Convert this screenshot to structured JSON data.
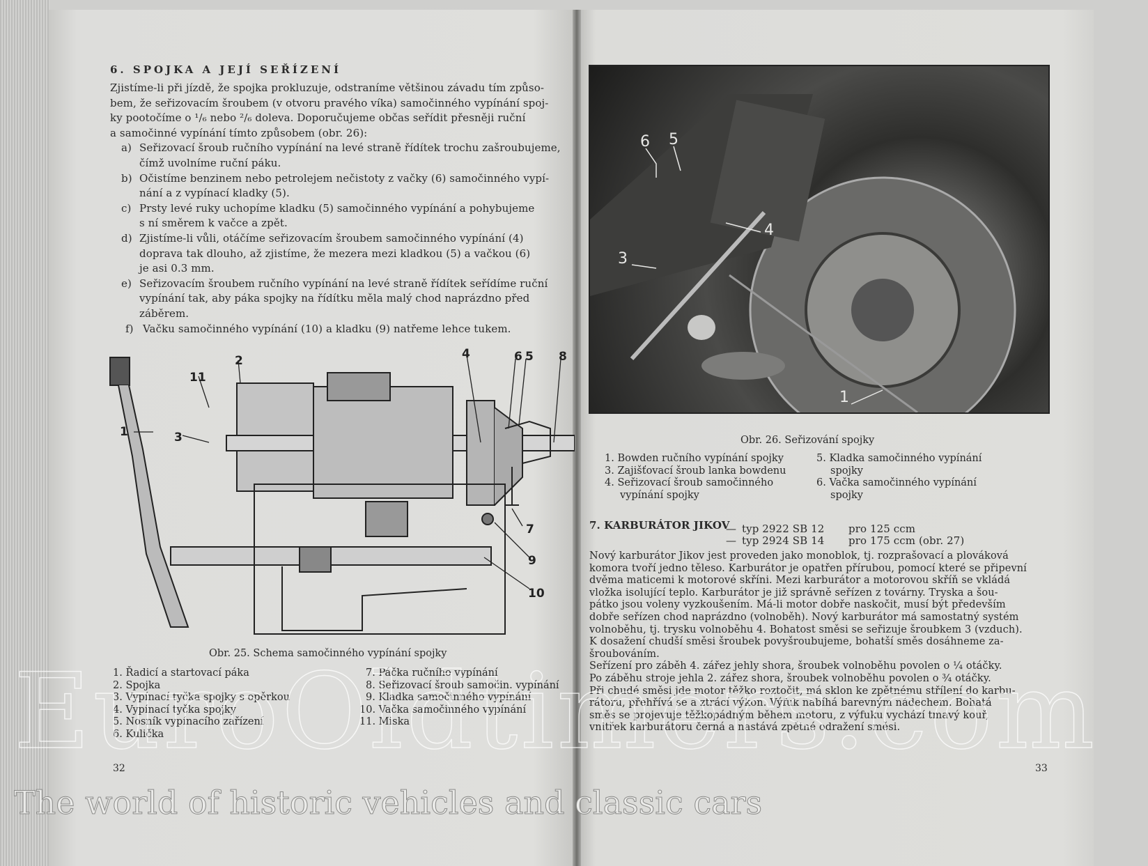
{
  "left_page": {
    "heading": "6. SPOJKA A JEJÍ SEŘÍZENÍ",
    "intro_lines": [
      "Zjistíme-li při jízdě, že spojka prokluzuje, odstraníme většinou závadu tím způso-",
      "bem, že seřizovacím šroubem (v otvoru pravého víka) samočinného vypínání spoj-",
      "ky pootočíme o ¹/₆ nebo ²/₆ doleva. Doporučujeme občas seřídit přesněji ruční",
      "a samočinné vypínání tímto způsobem (obr. 26):"
    ],
    "steps": [
      {
        "label": "a)",
        "lines": [
          "Seřizovací šroub ručního vypínání na levé straně řídítek trochu zašroubujeme,",
          "čímž uvolníme ruční páku."
        ]
      },
      {
        "label": "b)",
        "lines": [
          "Očistíme benzinem nebo petrolejem nečistoty z vačky (6) samočinného vypí-",
          "nání a z vypínací kladky (5)."
        ]
      },
      {
        "label": "c)",
        "lines": [
          "Prsty levé ruky uchopíme kladku (5) samočinného vypínání a pohybujeme",
          "s ní směrem k vačce a zpět."
        ]
      },
      {
        "label": "d)",
        "lines": [
          "Zjistíme-li vůli, otáčíme seřizovacím šroubem samočinného vypínání (4)",
          "doprava tak dlouho, až zjistíme, že mezera mezi kladkou (5) a vačkou (6)",
          "je asi 0.3 mm."
        ]
      },
      {
        "label": "e)",
        "lines": [
          "Seřizovacím šroubem ručního vypínání na levé straně řídítek seřídíme ruční",
          "vypínání tak, aby páka spojky na řídítku měla malý chod naprázdno před",
          "záběrem."
        ]
      },
      {
        "label": "f)",
        "lines": [
          "Vačku samočinného vypínání (10) a kladku (9) natřeme lehce tukem."
        ]
      }
    ],
    "figure_labels": [
      "1",
      "2",
      "3",
      "4",
      "6",
      "5",
      "8",
      "7",
      "9",
      "10",
      "11"
    ],
    "figure_caption": "Obr. 25. Schema samočinného vypínání spojky",
    "legend_left": [
      "1. Řadicí a startovací páka",
      "2. Spojka",
      "3. Vypínací tyčka spojky s opěrkou",
      "4. Vypínací tyčka spojky",
      "5. Nosník vypínacího zařízení",
      "6. Kulička"
    ],
    "legend_right": [
      "7. Páčka ručního vypínání",
      "8. Seřizovací šroub samočin. vypínání",
      "9. Kladka samočinného vypínání",
      "10. Vačka samočinného vypínání",
      "11. Miska"
    ],
    "page_number": "32"
  },
  "right_page": {
    "photo_labels": [
      "6",
      "5",
      "4",
      "3",
      "1"
    ],
    "figure_caption": "Obr. 26. Seřizování spojky",
    "legend_left": [
      "1. Bowden ručního vypínání spojky",
      "3. Zajišťovací šroub lanka bowdenu",
      "4. Seřizovací šroub samočinného",
      "vypínání spojky"
    ],
    "legend_right": [
      "5. Kladka samočinného vypínání",
      "spojky",
      "6. Vačka samočinného vypínání",
      "spojky"
    ],
    "section_heading": "7. KARBURÁTOR JIKOV",
    "types": [
      {
        "dash": "—",
        "type": "typ 2922 SB 12",
        "use": "pro 125 ccm"
      },
      {
        "dash": "—",
        "type": "typ 2924 SB 14",
        "use": "pro 175 ccm (obr. 27)"
      }
    ],
    "body_lines": [
      "Nový karburátor Jikov jest proveden jako monoblok, tj. rozprašovací a plováková",
      "komora tvoří jedno těleso. Karburátor je opatřen přírubou, pomocí které se připevní",
      "dvěma maticemi k motorové skříni. Mezi karburátor a motorovou skříň se vkládá",
      "vložka isolující teplo. Karburátor je již správně seřízen z továrny. Tryska a šou-",
      "pátko jsou voleny vyzkoušením. Má-li motor dobře naskočit, musí být především",
      "dobře seřízen chod naprázdno (volnoběh). Nový karburátor má samostatný systém",
      "volnoběhu, tj. trysku volnoběhu 4. Bohatost směsi se seřizuje šroubkem 3 (vzduch).",
      "K dosažení chudší směsi šroubek povyšroubujeme, bohatší směs dosáhneme za-",
      "šroubováním.",
      "Seřízení pro záběh 4. zářez jehly shora, šroubek volnoběhu povolen o ¼ otáčky.",
      "Po záběhu stroje jehla 2. zářez shora, šroubek volnoběhu povolen o ¾ otáčky.",
      "Při chudé směsi jde motor těžko roztočit, má sklon ke zpětnému střílení do karbu-",
      "rátoru, přehřívá se a ztrácí výkon. Výfuk nabíhá barevným nádechem. Bohatá",
      "směs se projevuje těžkopádným během motoru, z výfuku vychází tmavý kouř,",
      "vnitřek karburátoru černá a nastává zpětné odražení směsi."
    ],
    "page_number": "33"
  },
  "watermark": {
    "main": "EuroOldtimers.com",
    "sub": "The world of historic vehicles and classic cars"
  }
}
